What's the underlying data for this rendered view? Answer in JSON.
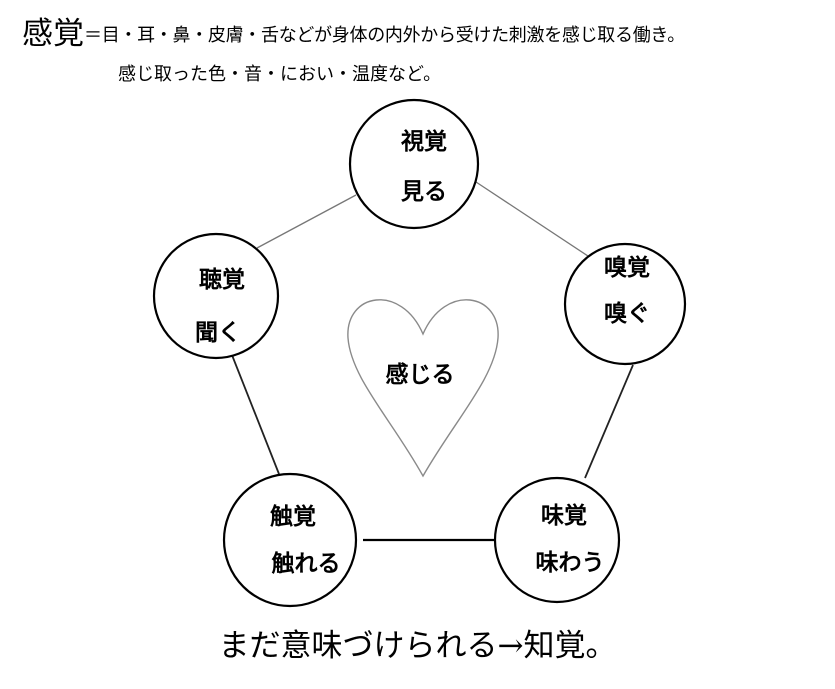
{
  "definition": {
    "term": "感覚",
    "line1": "＝目・耳・鼻・皮膚・舌などが身体の内外から受けた刺激を感じ取る働き。",
    "line2": "感じ取った色・音・におい・温度など。"
  },
  "diagram": {
    "center_label": "感じる",
    "senses": [
      {
        "id": "sight",
        "name": "視覚",
        "verb": "見る"
      },
      {
        "id": "smell",
        "name": "嗅覚",
        "verb": "嗅ぐ"
      },
      {
        "id": "taste",
        "name": "味覚",
        "verb": "味わう"
      },
      {
        "id": "touch",
        "name": "触覚",
        "verb": "触れる"
      },
      {
        "id": "hearing",
        "name": "聴覚",
        "verb": "聞く"
      }
    ]
  },
  "conclusion": "まだ意味づけられる→知覚。"
}
